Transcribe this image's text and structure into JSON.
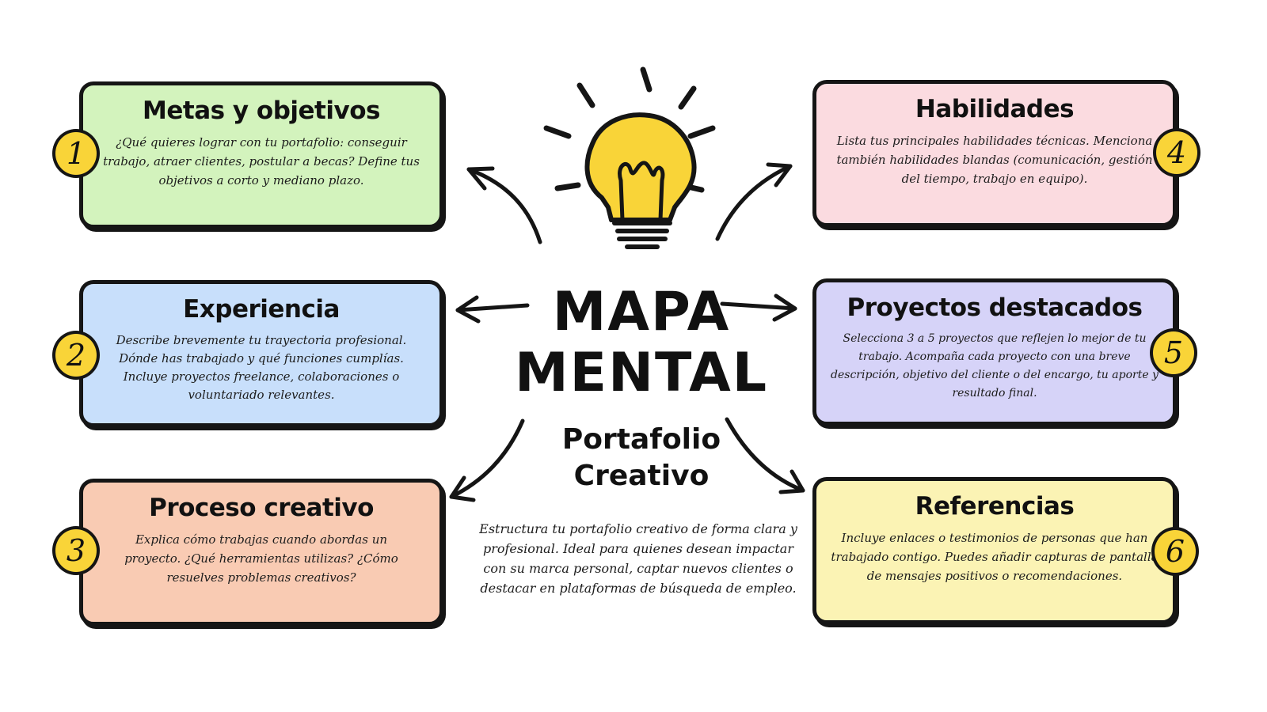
{
  "center": {
    "title_line1": "MAPA",
    "title_line2": "MENTAL",
    "subtitle_line1": "Portafolio",
    "subtitle_line2": "Creativo",
    "description": "Estructura tu portafolio creativo de forma clara y profesional. Ideal para quienes desean impactar con su marca personal, captar nuevos clientes o destacar en plataformas de búsqueda de empleo."
  },
  "cards": [
    {
      "number": "1",
      "title": "Metas y objetivos",
      "text": "¿Qué quieres lograr con tu portafolio: conseguir trabajo, atraer clientes, postular a becas? Define tus objetivos a corto y mediano plazo.",
      "color": "#d3f3bd"
    },
    {
      "number": "2",
      "title": "Experiencia",
      "text": "Describe brevemente tu trayectoria profesional. Dónde has trabajado y qué funciones cumplías. Incluye proyectos freelance, colaboraciones o voluntariado relevantes.",
      "color": "#c8dffb"
    },
    {
      "number": "3",
      "title": "Proceso creativo",
      "text": "Explica cómo trabajas cuando abordas un proyecto. ¿Qué herramientas utilizas? ¿Cómo resuelves problemas creativos?",
      "color": "#f9cbb3"
    },
    {
      "number": "4",
      "title": "Habilidades",
      "text": "Lista tus principales habilidades técnicas. Menciona también habilidades blandas (comunicación, gestión del tiempo, trabajo en equipo).",
      "color": "#fbdbe0"
    },
    {
      "number": "5",
      "title": "Proyectos destacados",
      "text": "Selecciona 3 a 5 proyectos que reflejen lo mejor de tu trabajo. Acompaña cada proyecto con una breve descripción, objetivo del cliente o del encargo, tu aporte y resultado final.",
      "color": "#d6d3f8"
    },
    {
      "number": "6",
      "title": "Referencias",
      "text": "Incluye enlaces o testimonios de personas que han trabajado contigo. Puedes añadir capturas de pantalla de mensajes positivos o recomendaciones.",
      "color": "#fbf3b4"
    }
  ],
  "colors": {
    "badge": "#f9d438",
    "bulb": "#f9d438",
    "ink": "#151515"
  },
  "icons": [
    "lightbulb-icon",
    "arrow-icon"
  ]
}
